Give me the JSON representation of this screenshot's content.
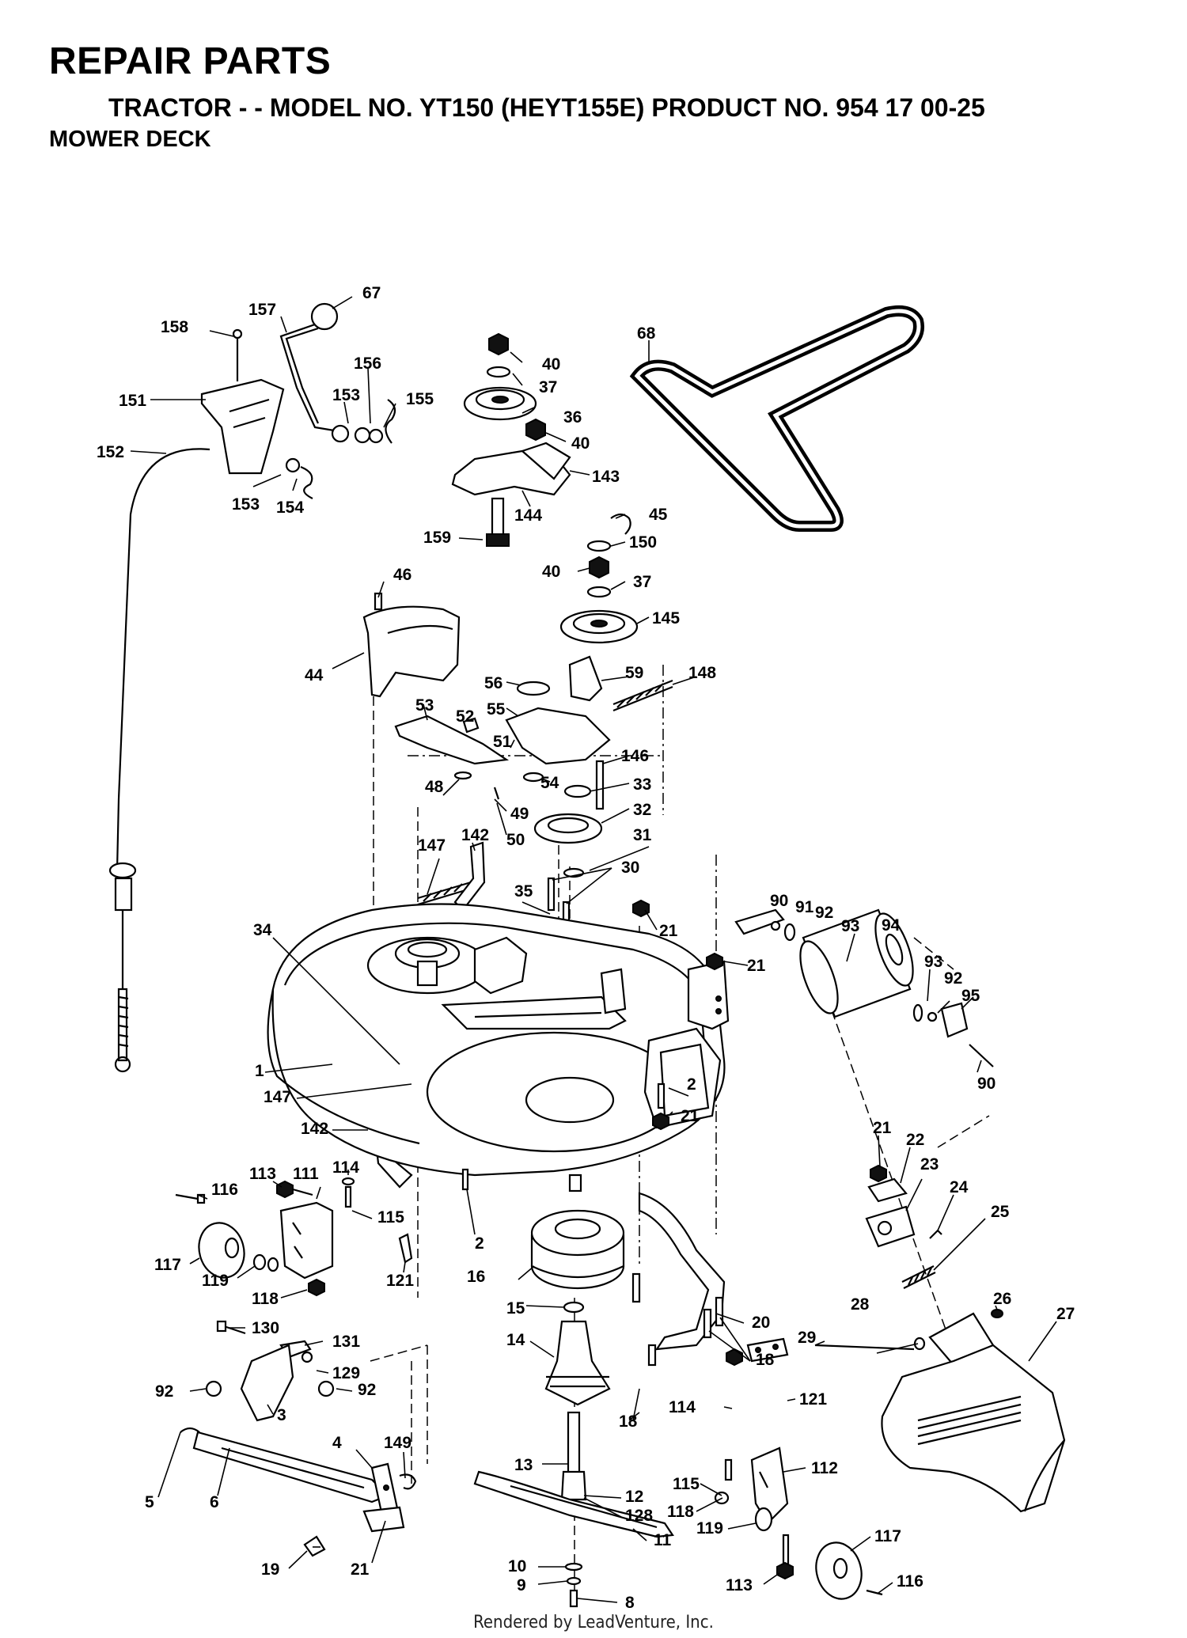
{
  "header": {
    "title": "REPAIR PARTS",
    "subtitle": "TRACTOR - - MODEL NO. YT150 (HEYT155E) PRODUCT NO. 954 17 00-25",
    "section": "MOWER DECK"
  },
  "footer": {
    "credit": "Rendered by LeadVenture, Inc."
  },
  "callouts": {
    "c67": "67",
    "c157": "157",
    "c158": "158",
    "c151": "151",
    "c156": "156",
    "c153a": "153",
    "c155": "155",
    "c152": "152",
    "c153b": "153",
    "c154": "154",
    "c40a": "40",
    "c37a": "37",
    "c36": "36",
    "c40b": "40",
    "c143": "143",
    "c144": "144",
    "c159": "159",
    "c68": "68",
    "c45": "45",
    "c150": "150",
    "c40c": "40",
    "c37b": "37",
    "c145": "145",
    "c46": "46",
    "c44": "44",
    "c56": "56",
    "c59": "59",
    "c148": "148",
    "c55": "55",
    "c53": "53",
    "c52": "52",
    "c51": "51",
    "c146": "146",
    "c54": "54",
    "c48": "48",
    "c33": "33",
    "c49": "49",
    "c32": "32",
    "c50": "50",
    "c31": "31",
    "c147a": "147",
    "c142a": "142",
    "c30": "30",
    "c35": "35",
    "c34": "34",
    "c21a": "21",
    "c90a": "90",
    "c91": "91",
    "c92a": "92",
    "c93a": "93",
    "c94": "94",
    "c21b": "21",
    "c93b": "93",
    "c92b": "92",
    "c95": "95",
    "c90b": "90",
    "c1": "1",
    "c147b": "147",
    "c2a": "2",
    "c21c": "21",
    "c142b": "142",
    "c114a": "114",
    "c116a": "116",
    "c113a": "113",
    "c111": "111",
    "c115a": "115",
    "c2b": "2",
    "c21d": "21",
    "c22": "22",
    "c23": "23",
    "c24": "24",
    "c25": "25",
    "c117a": "117",
    "c119a": "119",
    "c121a": "121",
    "c16": "16",
    "c118a": "118",
    "c26": "26",
    "c15": "15",
    "c20": "20",
    "c130": "130",
    "c131": "131",
    "c28": "28",
    "c27": "27",
    "c29": "29",
    "c14": "14",
    "c18a": "18",
    "c129": "129",
    "c92c": "92",
    "c92d": "92",
    "c3": "3",
    "c18b": "18",
    "c114b": "114",
    "c121b": "121",
    "c4": "4",
    "c149": "149",
    "c13": "13",
    "c112": "112",
    "c5": "5",
    "c6": "6",
    "c115b": "115",
    "c12": "12",
    "c128": "128",
    "c118b": "118",
    "c11": "11",
    "c117b": "117",
    "c119b": "119",
    "c10": "10",
    "c19": "19",
    "c21e": "21",
    "c9": "9",
    "c113b": "113",
    "c116b": "116",
    "c8": "8"
  }
}
